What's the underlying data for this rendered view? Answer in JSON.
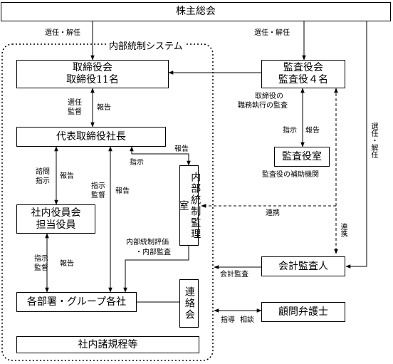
{
  "boxes": {
    "shareholders": "株主総会",
    "board_l1": "取締役会",
    "board_l2": "取締役11名",
    "president": "代表取締役社長",
    "officers_l1": "社内役員会",
    "officers_l2": "担当役員",
    "departments": "各部署・グループ各社",
    "regulations": "社内諸規程等",
    "audit_board_l1": "監査役会",
    "audit_board_l2": "監査役４名",
    "audit_office": "監査役室",
    "internal_audit": "内部統制監理室",
    "liaison": "連絡会",
    "accounting_auditor": "会計監査人",
    "legal_advisor": "顧問弁護士"
  },
  "system_title": "内部統制システム",
  "labels": {
    "appoint_left": "選任・解任",
    "appoint_mid": "選任・解任",
    "appoint_right": "選任・解任",
    "board_to_president_l1": "選任",
    "board_to_president_l2": "監督",
    "report_to_board": "報告",
    "audit_duties_l1": "取締役の",
    "audit_duties_l2": "職務執行の監査",
    "instruct_office": "指示",
    "report_office": "報告",
    "audit_office_desc": "監査役の補助機関",
    "consult_l1": "諮問",
    "consult_l2": "指示",
    "report_officers": "報告",
    "instruct_supervise_l1": "指示",
    "instruct_supervise_l2": "監督",
    "report_departments": "報告",
    "instruct_to_audit": "指示",
    "report_from_audit": "報告",
    "eval_l1": "内部統制評価",
    "eval_l2": "・内部監査",
    "cooperation_mid": "連携",
    "cooperation_right": "連携",
    "officers_instruct_l1": "指示",
    "officers_instruct_l2": "監督",
    "officers_report": "報告",
    "accounting_audit": "会計監査",
    "guidance": "指導",
    "consultation": "相談"
  }
}
